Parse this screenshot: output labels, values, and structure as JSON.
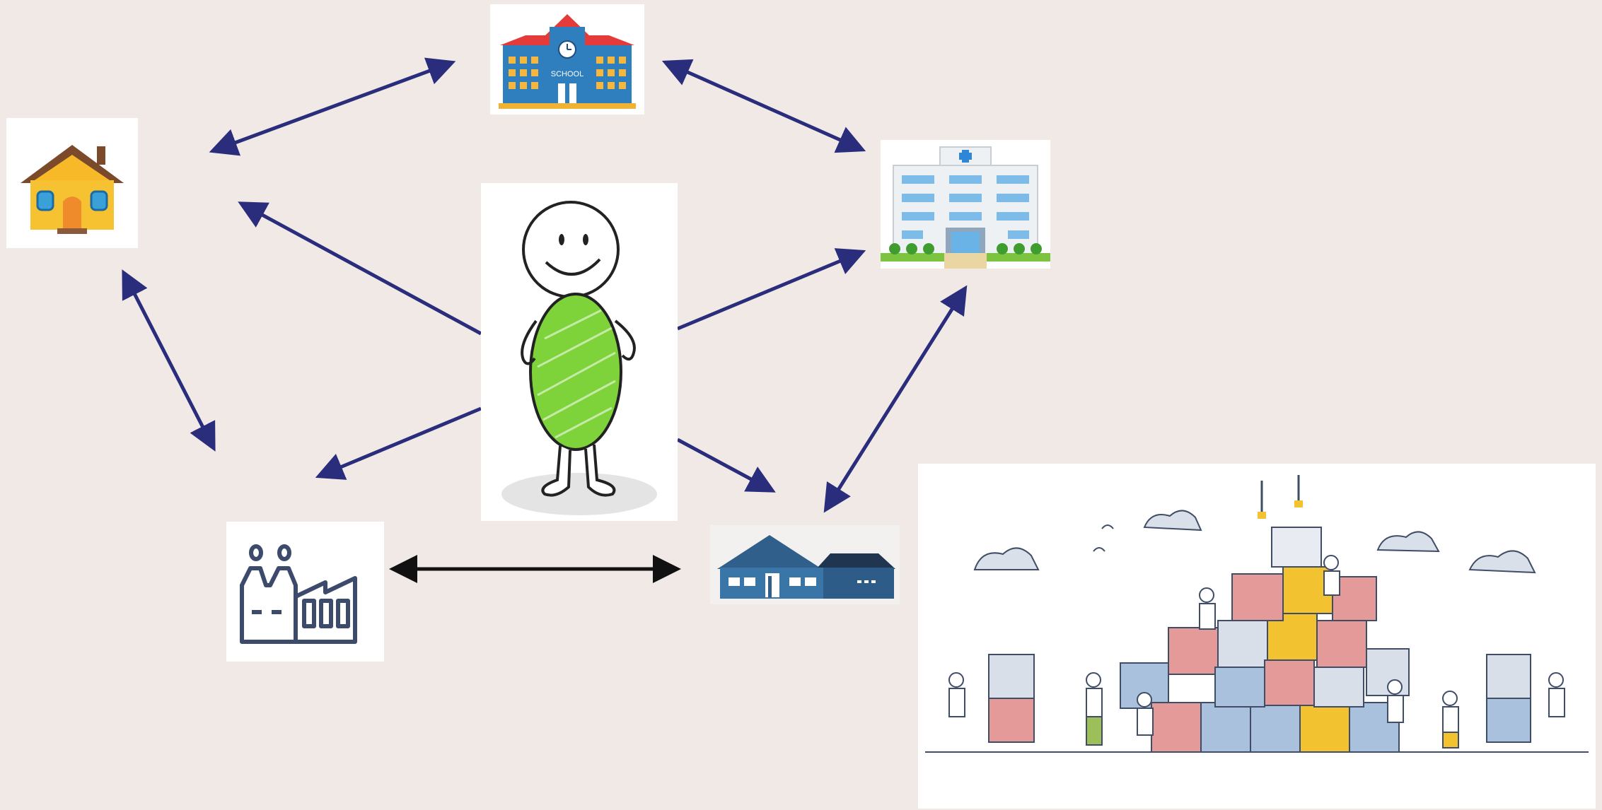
{
  "diagram": {
    "school_label": "SCHOOL",
    "colors": {
      "background": "#f0e9e6",
      "arrow": "#2a2d7c",
      "arrow_black": "#111111",
      "person_body": "#7ed23a"
    },
    "nodes": [
      {
        "id": "home",
        "icon": "house-icon"
      },
      {
        "id": "school",
        "icon": "school-icon"
      },
      {
        "id": "hospital",
        "icon": "hospital-icon"
      },
      {
        "id": "person",
        "icon": "stick-figure-icon"
      },
      {
        "id": "factory",
        "icon": "factory-icon"
      },
      {
        "id": "community-building",
        "icon": "community-building-icon"
      },
      {
        "id": "teamwork-illustration",
        "icon": "teamwork-blocks-illustration"
      }
    ],
    "edges": [
      {
        "from": "home",
        "to": "school",
        "direction": "both"
      },
      {
        "from": "school",
        "to": "hospital",
        "direction": "both"
      },
      {
        "from": "home",
        "to": "factory",
        "direction": "both"
      },
      {
        "from": "hospital",
        "to": "community-building",
        "direction": "both"
      },
      {
        "from": "factory",
        "to": "community-building",
        "direction": "both"
      },
      {
        "from": "person",
        "to": "home",
        "direction": "forward"
      },
      {
        "from": "person",
        "to": "hospital",
        "direction": "forward"
      },
      {
        "from": "person",
        "to": "factory",
        "direction": "forward"
      },
      {
        "from": "person",
        "to": "community-building",
        "direction": "forward"
      }
    ]
  }
}
